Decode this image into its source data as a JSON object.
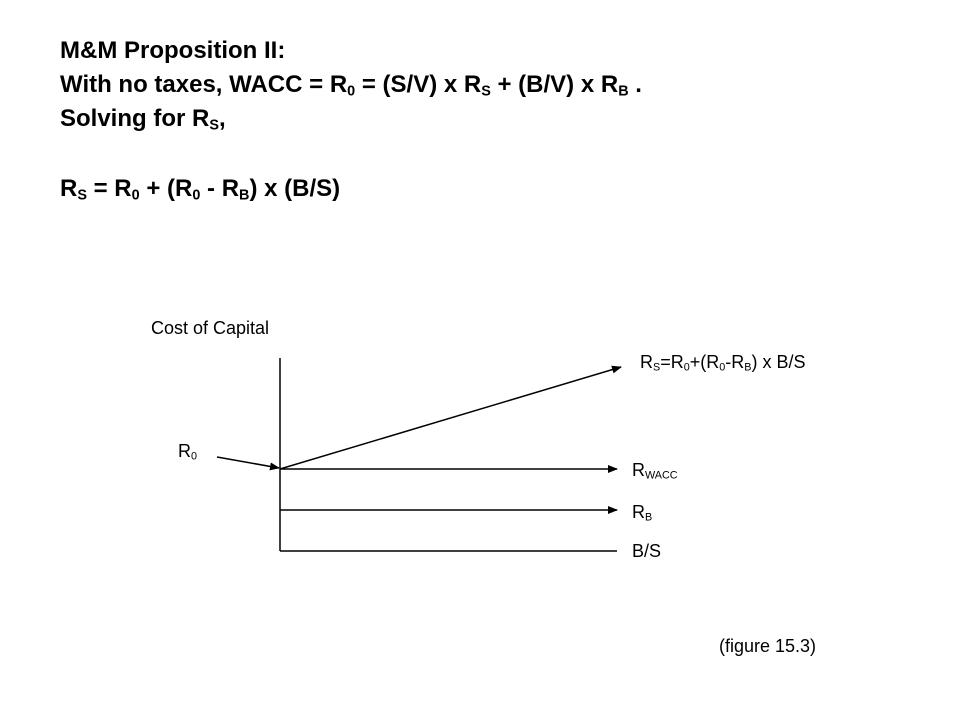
{
  "title": {
    "line1": "M&M Proposition II:",
    "line2": {
      "t1": "With no taxes, WACC = R",
      "s1": "0",
      "t2": " = (S/V) x R",
      "s2": "S",
      "t3": " + (B/V) x R",
      "s3": "B",
      "t4": " ."
    },
    "line3": {
      "t1": "Solving for R",
      "s1": "S",
      "t2": ","
    },
    "formula": {
      "t1": "R",
      "s1": "S",
      "t2": " = R",
      "s2": "0",
      "t3": " + (R",
      "s3": "0",
      "t4": " - R",
      "s4": "B",
      "t5": ") x (B/S)"
    }
  },
  "diagram": {
    "y_axis_label": "Cost of Capital",
    "r0_label": {
      "t": "R",
      "s": "0"
    },
    "rs_label": {
      "t1": "R",
      "s1": "S",
      "t2": "=R",
      "s2": "0",
      "t3": "+(R",
      "s3": "0",
      "t4": "-R",
      "s4": "B",
      "t5": ") x B/S"
    },
    "rwacc_label": {
      "t": "R",
      "s": "WACC"
    },
    "rb_label": {
      "t": "R",
      "s": "B"
    },
    "x_axis_label": "B/S"
  },
  "caption": "(figure 15.3)",
  "colors": {
    "ink": "#000000",
    "background": "#ffffff"
  }
}
